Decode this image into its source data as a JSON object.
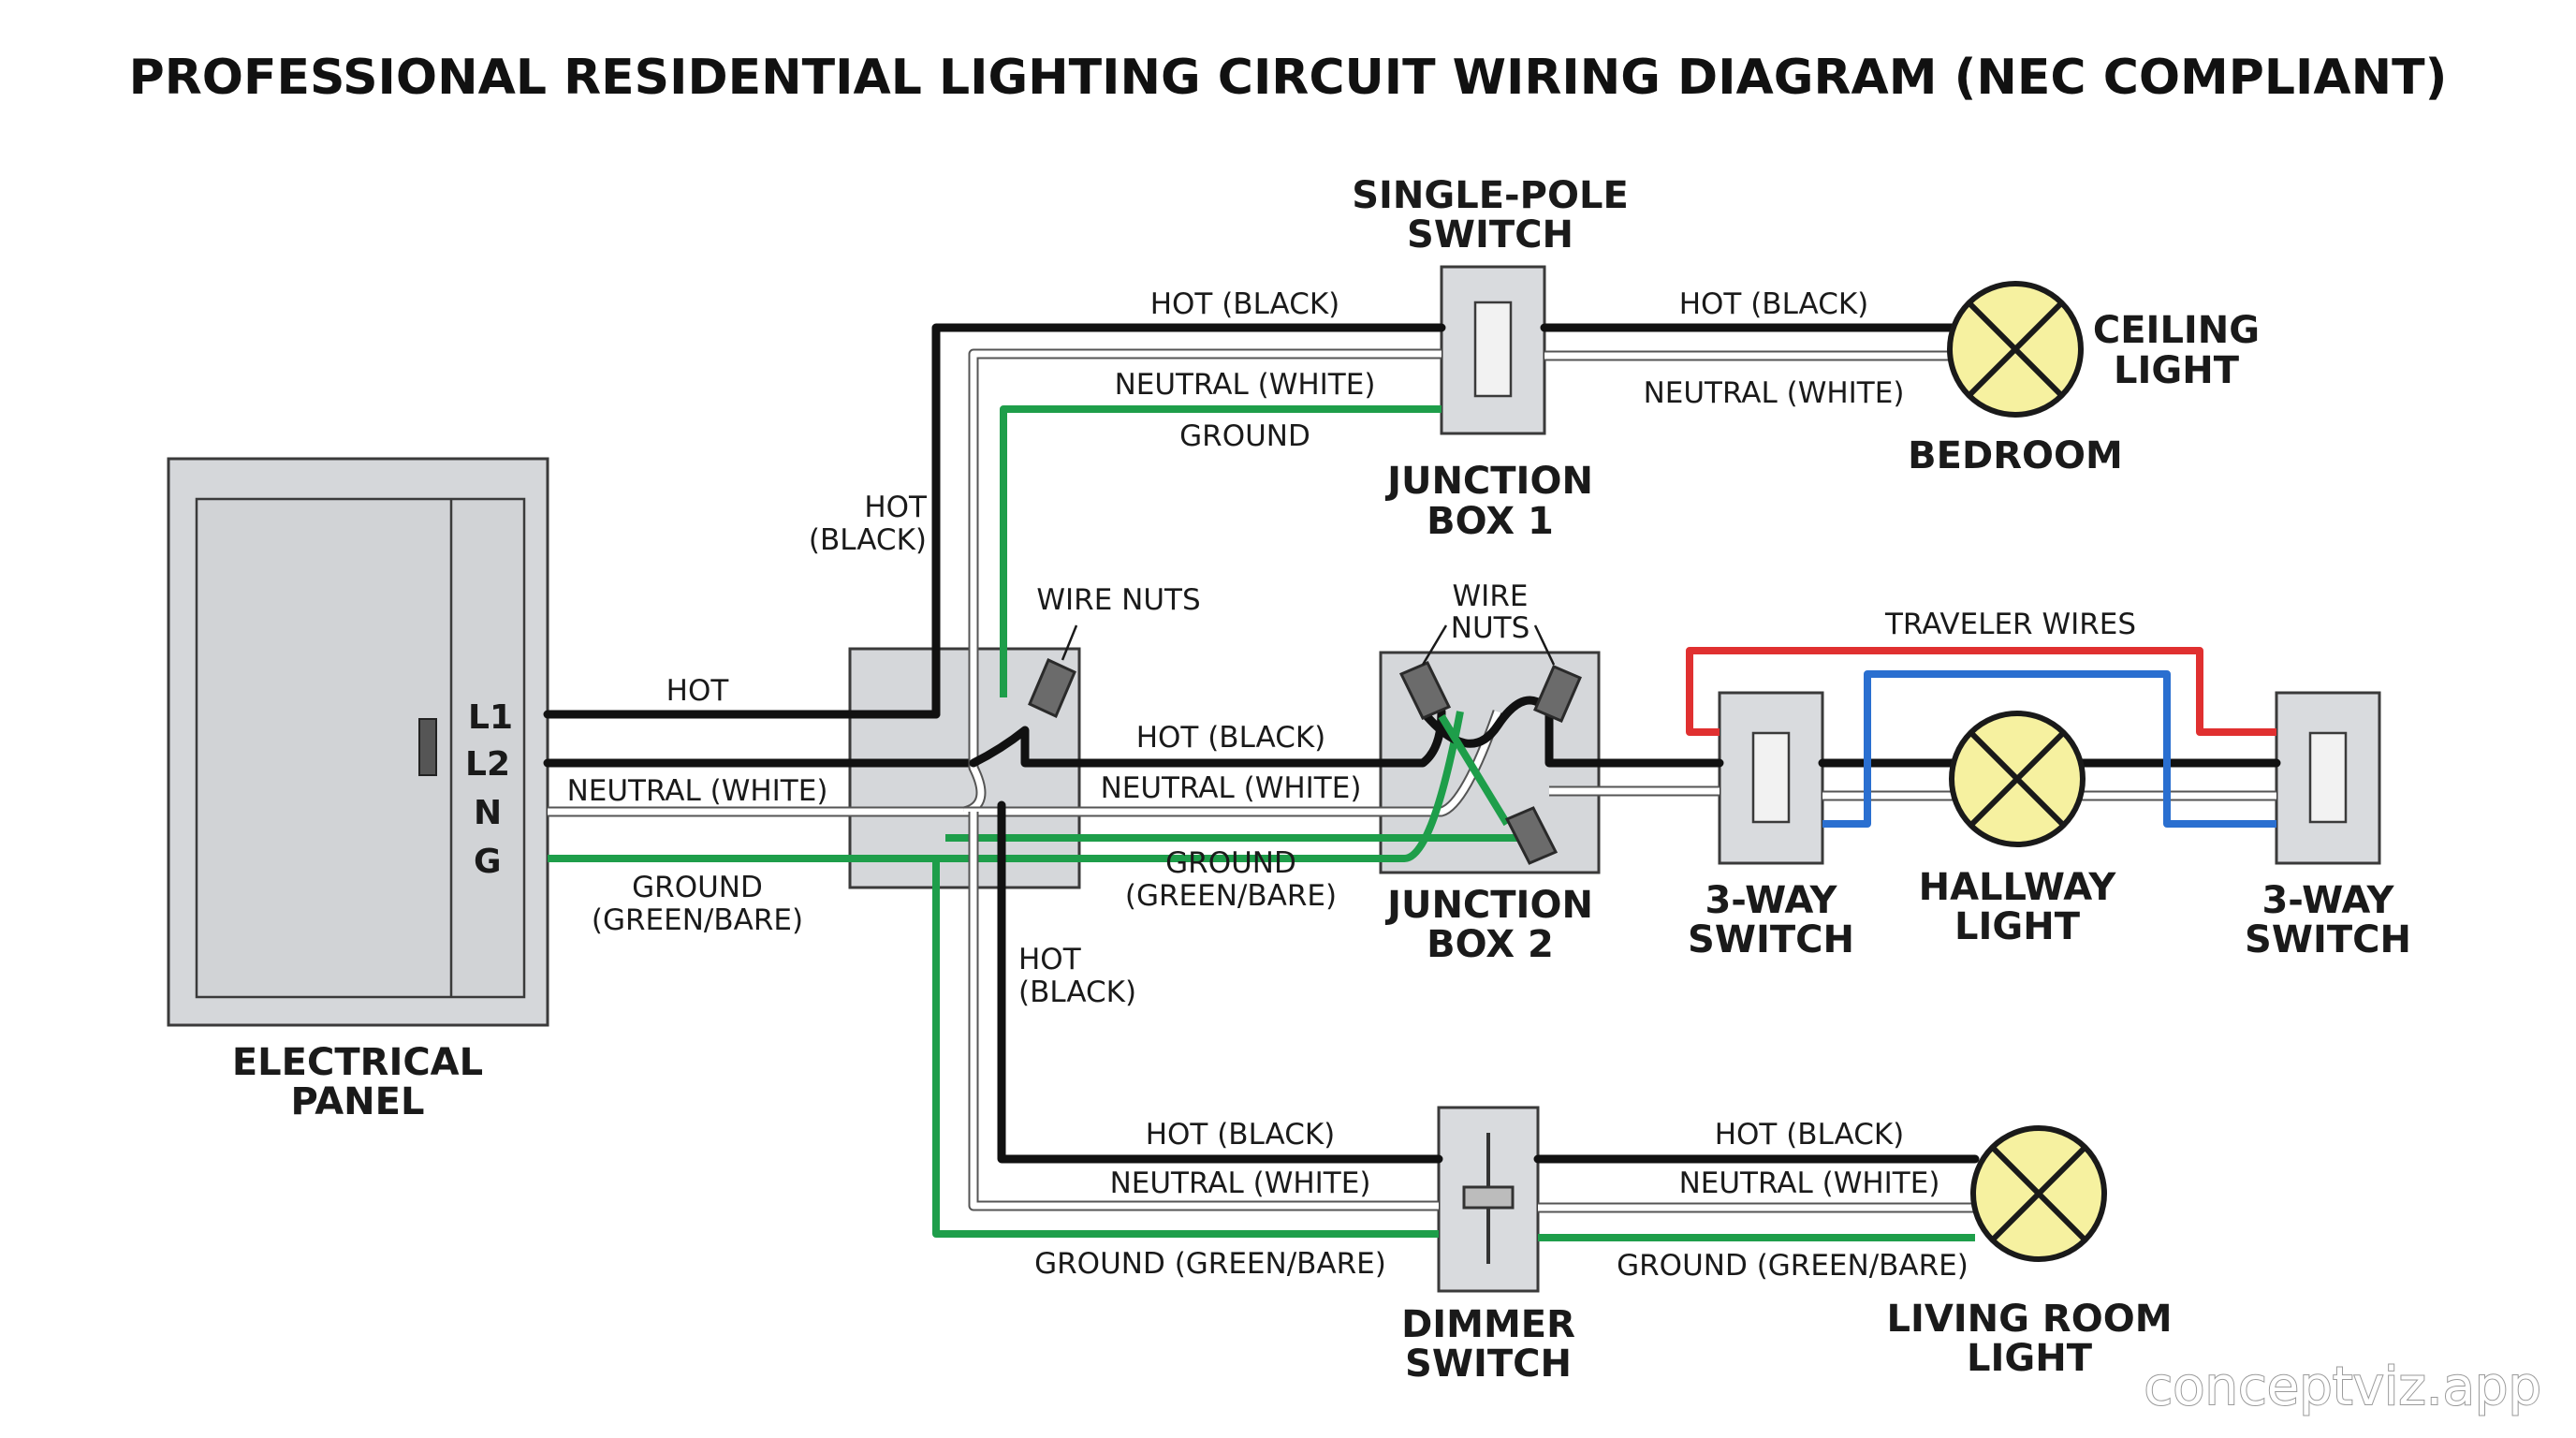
{
  "title": "PROFESSIONAL RESIDENTIAL LIGHTING CIRCUIT WIRING DIAGRAM (NEC COMPLIANT)",
  "panel": {
    "label_line1": "ELECTRICAL",
    "label_line2": "PANEL",
    "terminals": [
      "L1",
      "L2",
      "N",
      "G"
    ]
  },
  "feed": {
    "hot": "HOT",
    "neutral": "NEUTRAL (WHITE)",
    "ground_line1": "GROUND",
    "ground_line2": "(GREEN/BARE)"
  },
  "vertical_hot_upper": {
    "line1": "HOT",
    "line2": "(BLACK)"
  },
  "vertical_hot_lower": {
    "line1": "HOT",
    "line2": "(BLACK)"
  },
  "wire_nuts_main": "WIRE NUTS",
  "bedroom_circuit": {
    "switch_label_line1": "SINGLE-POLE",
    "switch_label_line2": "SWITCH",
    "hot_in": "HOT (BLACK)",
    "neutral_in": "NEUTRAL (WHITE)",
    "ground_in": "GROUND",
    "hot_out": "HOT (BLACK)",
    "neutral_out": "NEUTRAL (WHITE)",
    "junction_line1": "JUNCTION",
    "junction_line2": "BOX 1",
    "light_line1": "CEILING",
    "light_line2": "LIGHT",
    "room": "BEDROOM"
  },
  "hallway_circuit": {
    "hot": "HOT (BLACK)",
    "neutral": "NEUTRAL (WHITE)",
    "ground_line1": "GROUND",
    "ground_line2": "(GREEN/BARE)",
    "wire_nuts_line1": "WIRE",
    "wire_nuts_line2": "NUTS",
    "junction_line1": "JUNCTION",
    "junction_line2": "BOX 2",
    "traveler": "TRAVELER WIRES",
    "switch_left_line1": "3-WAY",
    "switch_left_line2": "SWITCH",
    "light_line1": "HALLWAY",
    "light_line2": "LIGHT",
    "switch_right_line1": "3-WAY",
    "switch_right_line2": "SWITCH"
  },
  "living_circuit": {
    "hot_in": "HOT (BLACK)",
    "neutral_in": "NEUTRAL (WHITE)",
    "ground_in": "GROUND (GREEN/BARE)",
    "hot_out": "HOT (BLACK)",
    "neutral_out": "NEUTRAL (WHITE)",
    "ground_out": "GROUND (GREEN/BARE)",
    "switch_line1": "DIMMER",
    "switch_line2": "SWITCH",
    "light_line1": "LIVING ROOM",
    "light_line2": "LIGHT"
  },
  "watermark": "conceptviz.app",
  "colors": {
    "hot": "#111111",
    "neutral": "#ffffff",
    "ground": "#1e9e4a",
    "traveler_red": "#e03030",
    "traveler_blue": "#2a6fd0",
    "bulb": "#f6f1a0"
  }
}
